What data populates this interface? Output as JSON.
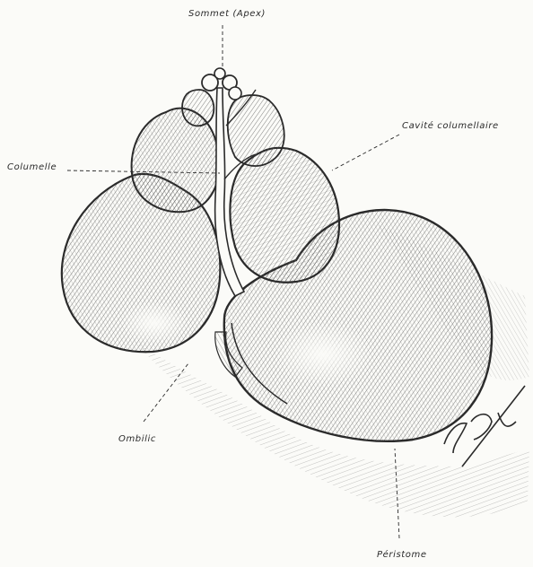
{
  "figure": {
    "description_labels": {
      "apex": "Sommet (Apex)",
      "cavite": "Cavité columellaire",
      "columelle": "Columelle",
      "ombilic": "Ombilic",
      "peristome": "Péristome"
    },
    "signature_glyphs": "signature"
  },
  "colors": {
    "ink": "#2a2a2a",
    "paper": "#fbfbf8",
    "hatch": "#555555"
  }
}
